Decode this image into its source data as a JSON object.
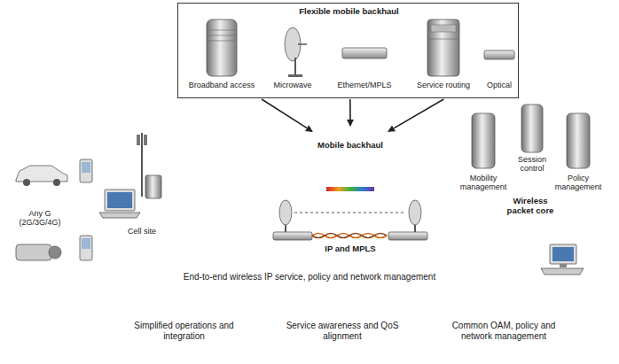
{
  "diagram": {
    "nodes": [
      {
        "text": [
          "Flexible mobile backhaul"
        ]
      },
      {
        "text": [
          "Mobile backhaul",
          "IP and MPLS"
        ]
      },
      {
        "text": [
          "Wireless packet core"
        ]
      },
      {
        "text": [
          "End-to-end wireless IP service, policy and network management"
        ]
      },
      {
        "text": [
          "Simplified operations and integration"
        ]
      },
      {
        "text": [
          "Service awareness and QoS alignment"
        ]
      },
      {
        "text": [
          "Common OAM, policy and network management"
        ]
      }
    ],
    "edges": [
      {
        "from": 0,
        "to": 1,
        "arrow": "to"
      },
      {
        "from": 0,
        "to": 1,
        "arrow": "to"
      },
      {
        "from": 0,
        "to": 1,
        "arrow": "to"
      }
    ],
    "labels": [
      "Broadband access",
      "Microwave",
      "Ethernet/MPLS",
      "Service routing",
      "Optical",
      "Mobility management",
      "Session control",
      "Policy management",
      "Any G (2G/3G/4G)",
      "Cell site"
    ]
  }
}
